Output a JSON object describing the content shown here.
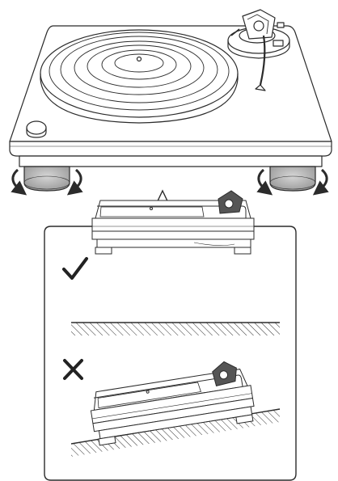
{
  "figure": {
    "kind": "manual-illustration",
    "subject": "turntable-leveling",
    "top_illustration": "turntable-with-adjustable-feet",
    "correct_mark": "check-icon",
    "incorrect_mark": "cross-icon",
    "correct_example": "turntable-on-level-surface",
    "incorrect_example": "turntable-on-sloped-surface"
  },
  "colors": {
    "line": "#2b2b2b",
    "foot_fill": "#b9b9b9",
    "hatch": "#333333",
    "background": "#ffffff"
  }
}
